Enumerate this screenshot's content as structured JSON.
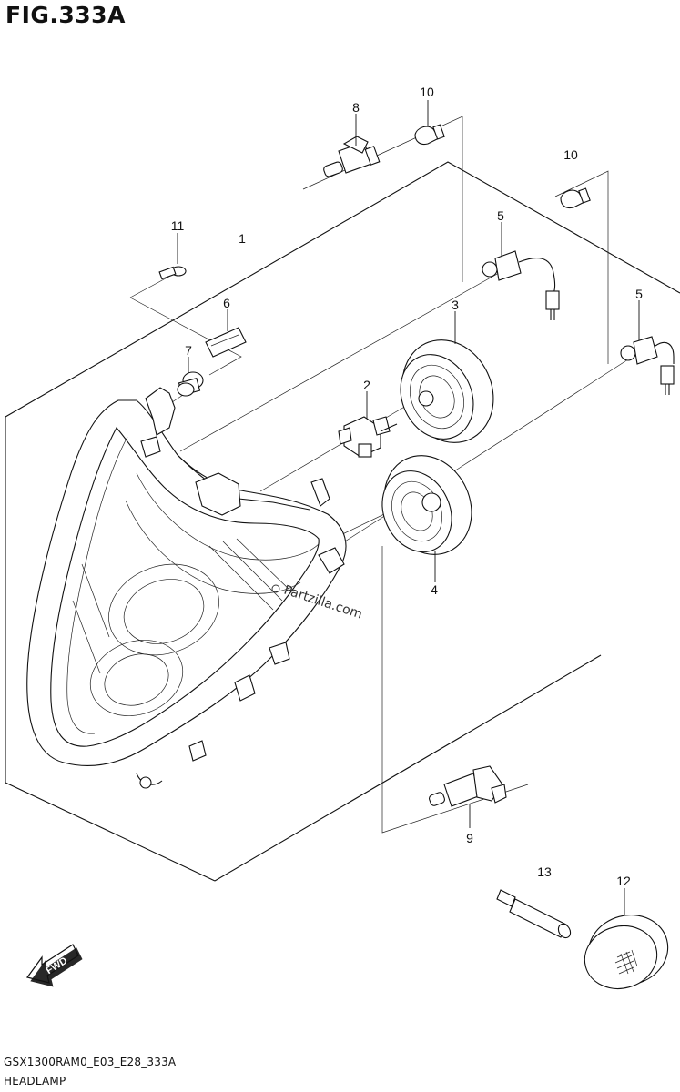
{
  "figure": {
    "title": "FIG.333A",
    "code": "GSX1300RAM0_E03_E28_333A",
    "name": "HEADLAMP"
  },
  "watermark": "Partzilla.com",
  "fwd_label": "FWD",
  "callouts": [
    {
      "id": "1",
      "label": "1"
    },
    {
      "id": "2",
      "label": "2"
    },
    {
      "id": "3",
      "label": "3"
    },
    {
      "id": "4",
      "label": "4"
    },
    {
      "id": "5a",
      "label": "5"
    },
    {
      "id": "5b",
      "label": "5"
    },
    {
      "id": "6",
      "label": "6"
    },
    {
      "id": "7",
      "label": "7"
    },
    {
      "id": "8",
      "label": "8"
    },
    {
      "id": "9",
      "label": "9"
    },
    {
      "id": "10a",
      "label": "10"
    },
    {
      "id": "10b",
      "label": "10"
    },
    {
      "id": "11",
      "label": "11"
    },
    {
      "id": "12",
      "label": "12"
    },
    {
      "id": "13",
      "label": "13"
    }
  ],
  "colors": {
    "line": "#111111",
    "background": "#ffffff"
  }
}
